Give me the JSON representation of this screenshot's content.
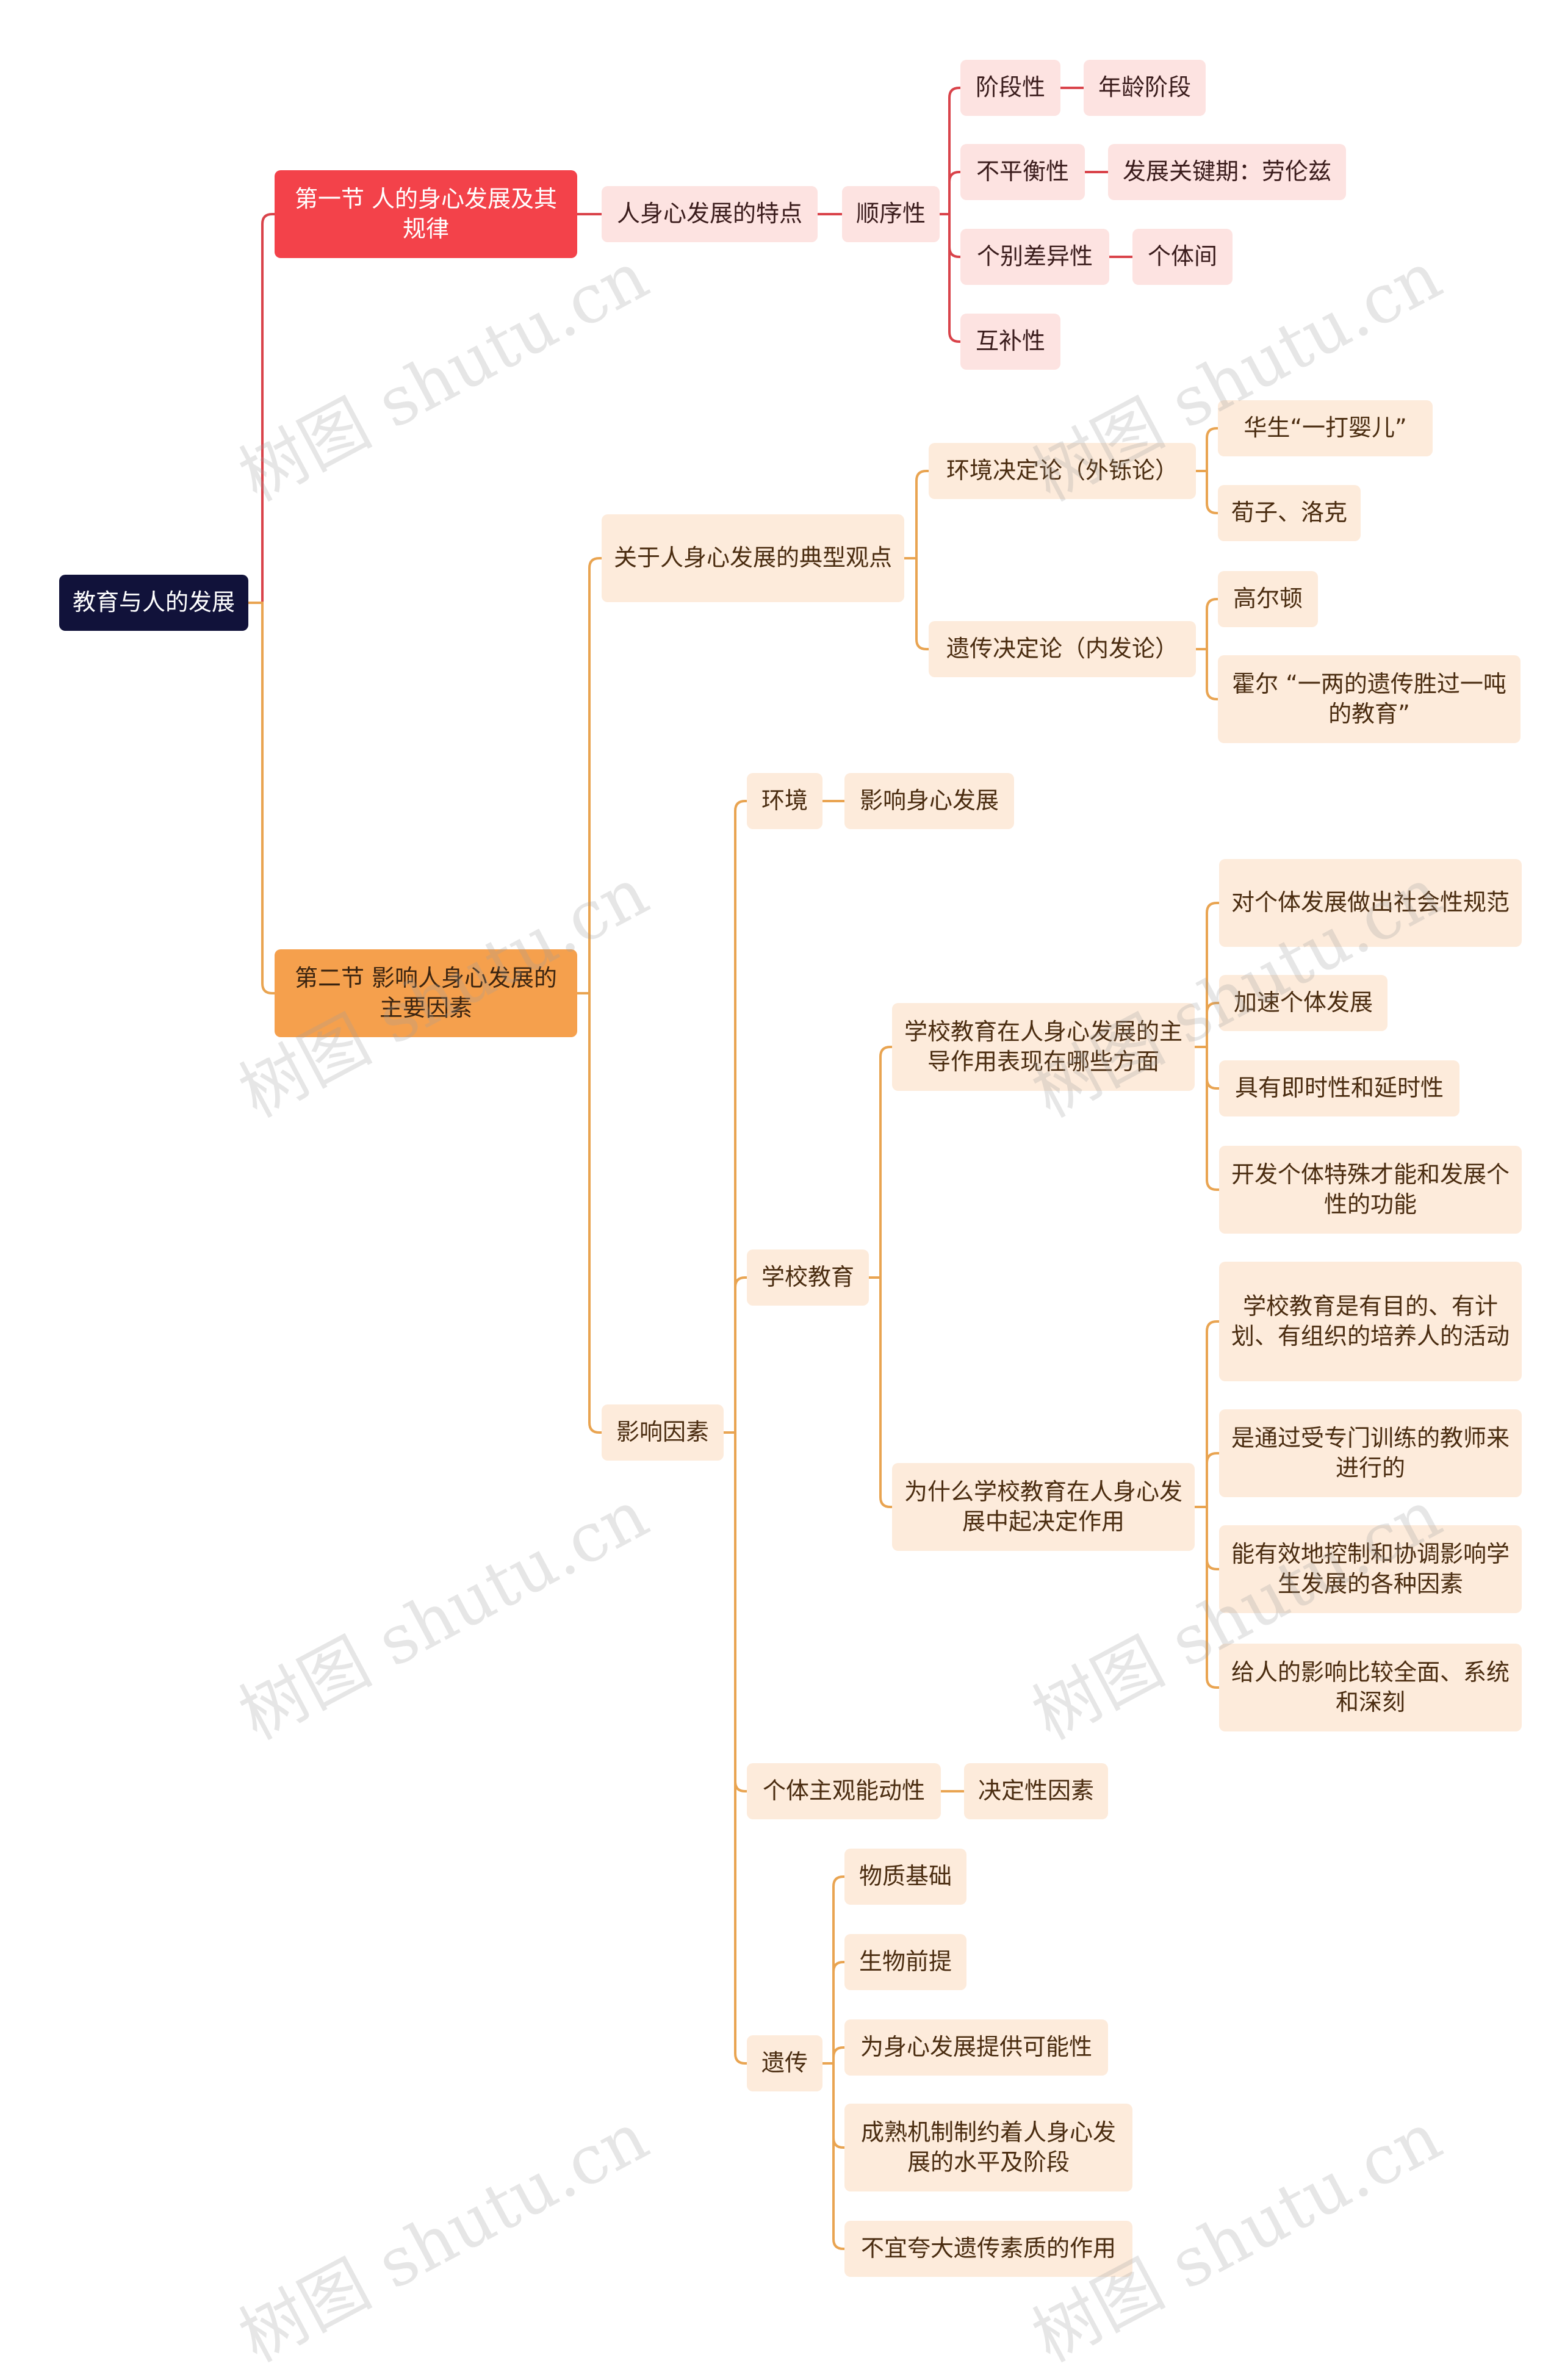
{
  "root": "教育与人的发展",
  "sec1": {
    "title": "第一节 人的身心发展及其规律",
    "child": "人身心发展的特点",
    "order": "顺序性",
    "items": [
      {
        "label": "阶段性",
        "note": "年龄阶段"
      },
      {
        "label": "不平衡性",
        "note": "发展关键期：劳伦兹"
      },
      {
        "label": "个别差异性",
        "note": "个体间"
      },
      {
        "label": "互补性"
      }
    ]
  },
  "sec2": {
    "title": "第二节 影响人身心发展的主要因素",
    "views": {
      "label": "关于人身心发展的典型观点",
      "env": {
        "label": "环境决定论（外铄论）",
        "items": [
          "华生“一打婴儿”",
          "荀子、洛克"
        ]
      },
      "her": {
        "label": "遗传决定论（内发论）",
        "items": [
          "高尔顿",
          "霍尔 “一两的遗传胜过一吨的教育”"
        ]
      }
    },
    "factors": {
      "label": "影响因素",
      "env": {
        "label": "环境",
        "note": "影响身心发展"
      },
      "school": {
        "label": "学校教育",
        "lead": {
          "label": "学校教育在人身心发展的主导作用表现在哪些方面",
          "items": [
            "对个体发展做出社会性规范",
            "加速个体发展",
            "具有即时性和延时性",
            "开发个体特殊才能和发展个性的功能"
          ]
        },
        "why": {
          "label": "为什么学校教育在人身心发展中起决定作用",
          "items": [
            "学校教育是有目的、有计划、有组织的培养人的活动",
            "是通过受专门训练的教师来进行的",
            "能有效地控制和协调影响学生发展的各种因素",
            "给人的影响比较全面、系统和深刻"
          ]
        }
      },
      "agency": {
        "label": "个体主观能动性",
        "note": "决定性因素"
      },
      "heredity": {
        "label": "遗传",
        "items": [
          "物质基础",
          "生物前提",
          "为身心发展提供可能性",
          "成熟机制制约着人身心发展的水平及阶段",
          "不宜夸大遗传素质的作用"
        ]
      }
    }
  },
  "watermark": "树图 shutu.cn",
  "colors": {
    "root": "#11123a",
    "sec1": "#f3424a",
    "sec2": "#f5a04d",
    "line1": "#d9434a",
    "line2": "#e9a451"
  }
}
